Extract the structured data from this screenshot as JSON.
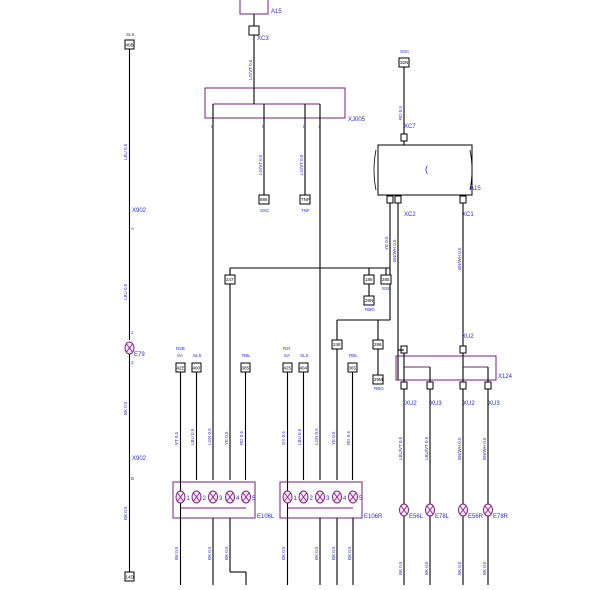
{
  "labels": {
    "A15_top": "A15",
    "XC3": "XC3",
    "XJ005": "XJ005",
    "XC7": "XC7",
    "A15_mid": "A15",
    "XC2": "XC2",
    "XC1": "XC1",
    "X902_a": "X902",
    "E79": "E79",
    "X902_b": "X902",
    "XU2_top": "XU2",
    "X124": "X124",
    "XU2_l": "XU2",
    "XU3_l": "XU3",
    "XU2_r": "XU2",
    "XU3_r": "XU3",
    "E106L": "E106L",
    "E106R": "E106R",
    "E56L": "E56L",
    "E78L": "E78L",
    "E56R": "E56R",
    "E78R": "E78R"
  },
  "connectors": {
    "n_top_left": "40B",
    "n_bottom_left": "14D",
    "n_sg_top": "32N",
    "n_886": "886",
    "n_tnf": "TNF",
    "n_247": "247",
    "n_186": "186",
    "n_285": "285",
    "n_28n": "28N",
    "n_248": "248",
    "n_286": "286",
    "n_29m": "29M",
    "n_42e": "42E",
    "n_400": "400",
    "n_385": "385",
    "n_425": "425",
    "n_404": "404",
    "n_365": "365"
  },
  "pins": {
    "a15": [
      "1",
      "2",
      "3",
      "4",
      "5"
    ],
    "e106l": [
      "1",
      "2",
      "3",
      "4",
      "5"
    ],
    "e106r": [
      "1",
      "2",
      "3",
      "4",
      "5"
    ]
  }
}
